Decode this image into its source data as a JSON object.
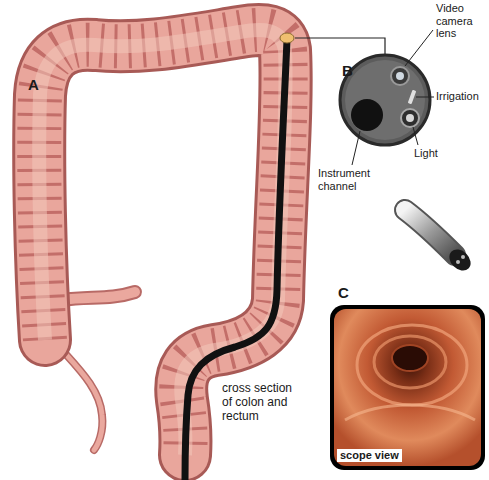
{
  "diagram": {
    "labels": [
      "A",
      "B",
      "Video camera lens",
      "Irrigation",
      "Light",
      "Instrument channel",
      "C",
      "scope view",
      "cross section of colon and rectum"
    ]
  }
}
